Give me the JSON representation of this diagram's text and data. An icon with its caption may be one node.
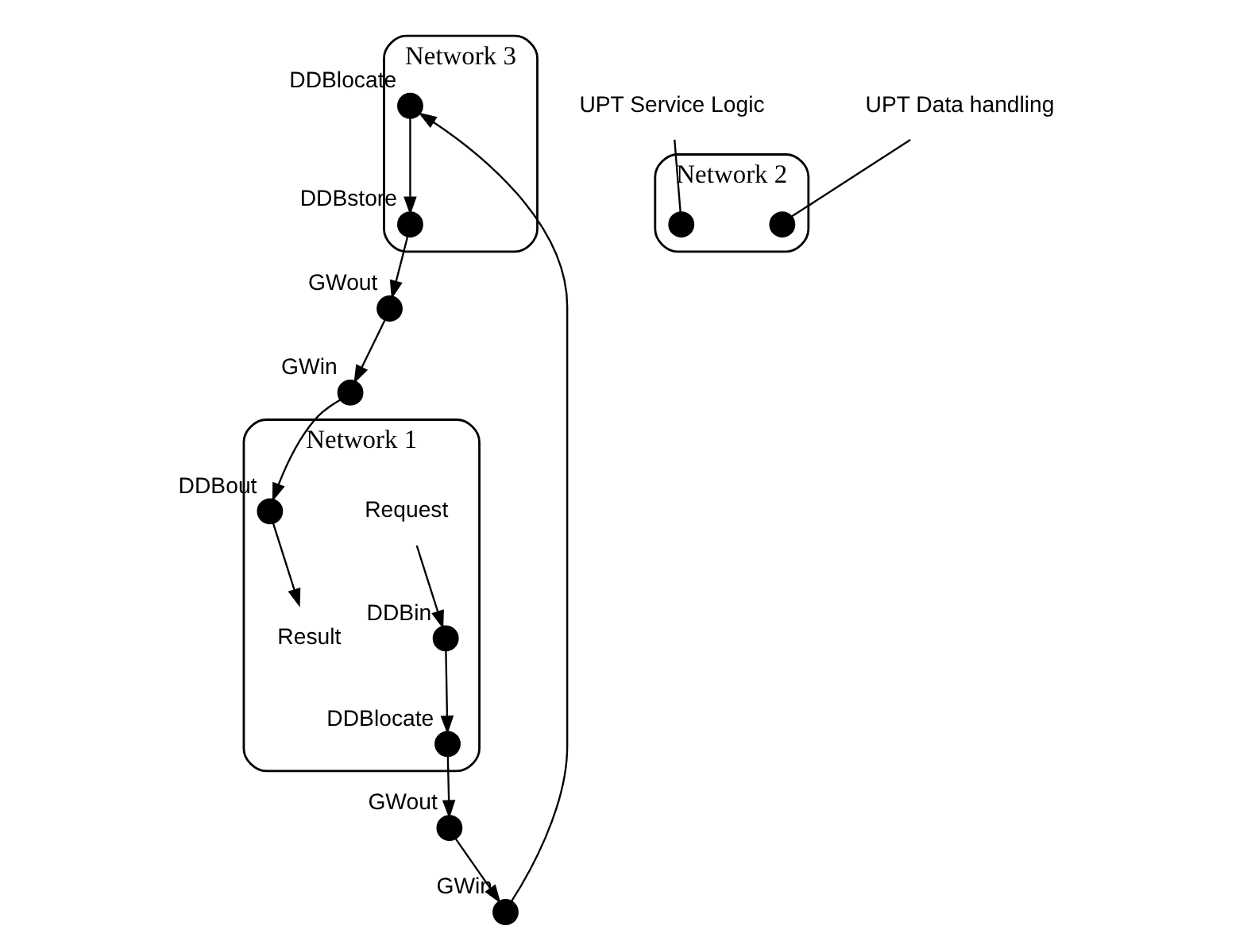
{
  "diagram": {
    "nodes": [
      {
        "text": [
          "Network 1"
        ]
      },
      {
        "text": [
          "Request"
        ],
        "in": 0
      },
      {
        "text": [
          "Result"
        ],
        "in": 0
      },
      {
        "text": [],
        "shape": "circle",
        "beside": [
          "DDBout"
        ],
        "in": 0
      },
      {
        "text": [],
        "shape": "circle",
        "beside": [
          "DDBlocate"
        ],
        "in": 0
      },
      {
        "text": [],
        "shape": "circle",
        "beside": [
          "DDBin"
        ],
        "in": 0
      },
      {
        "text": [],
        "shape": "circle",
        "beside": [
          "GWout"
        ]
      },
      {
        "text": [],
        "shape": "circle",
        "beside": [
          "GWin"
        ]
      },
      {
        "text": [],
        "shape": "circle",
        "beside": [
          "GWout"
        ]
      },
      {
        "text": [],
        "shape": "circle",
        "beside": [
          "GWin"
        ]
      },
      {
        "text": [
          "Network 2"
        ]
      },
      {
        "text": [
          "UPT Service Logic"
        ]
      },
      {
        "text": [
          "UPT Data handling"
        ]
      },
      {
        "text": [],
        "shape": "circle",
        "in": 10
      },
      {
        "text": [],
        "shape": "circle",
        "in": 10
      },
      {
        "text": [
          "Network 3"
        ]
      },
      {
        "text": [],
        "shape": "circle",
        "beside": [
          "DDBlocate"
        ],
        "in": 15
      },
      {
        "text": [],
        "shape": "circle",
        "beside": [
          "DDBstore"
        ],
        "in": 15
      }
    ],
    "edges": [
      {
        "from": 1,
        "to": 5,
        "arrow": "to"
      },
      {
        "from": 5,
        "to": 4,
        "arrow": "to"
      },
      {
        "from": 4,
        "to": 6,
        "arrow": "to"
      },
      {
        "from": 6,
        "to": 9,
        "arrow": "to"
      },
      {
        "from": 9,
        "to": 16,
        "arrow": "to"
      },
      {
        "from": 16,
        "to": 17,
        "arrow": "to"
      },
      {
        "from": 17,
        "to": 8,
        "arrow": "to"
      },
      {
        "from": 8,
        "to": 7,
        "arrow": "to"
      },
      {
        "from": 7,
        "to": 3,
        "arrow": "to"
      },
      {
        "from": 3,
        "to": 2,
        "arrow": "to"
      },
      {
        "from": 11,
        "to": 13,
        "arrow": "none"
      },
      {
        "from": 12,
        "to": 14,
        "arrow": "none"
      }
    ]
  }
}
